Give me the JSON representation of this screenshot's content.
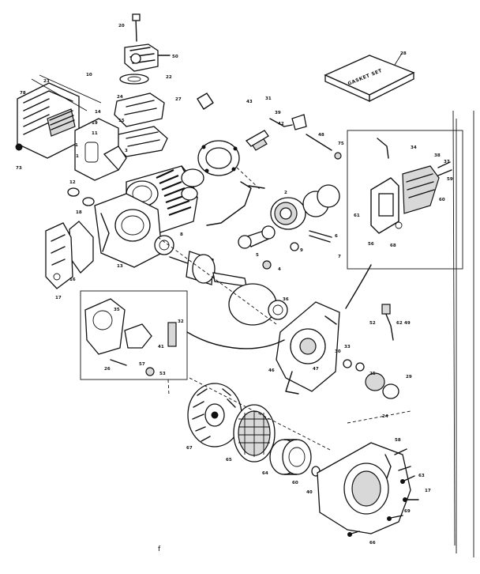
{
  "diagram": {
    "gasket_box_label": "GASKET SET",
    "callouts": [
      "20",
      "50",
      "22",
      "27",
      "78",
      "10",
      "23",
      "19",
      "24",
      "15",
      "14",
      "11",
      "1",
      "1",
      "73",
      "3",
      "12",
      "18",
      "17",
      "16",
      "13",
      "8",
      "2",
      "5",
      "9",
      "6",
      "7",
      "4",
      "43",
      "31",
      "48",
      "39",
      "42",
      "75",
      "38",
      "37",
      "34",
      "59",
      "60",
      "61",
      "56",
      "68",
      "62",
      "32",
      "35",
      "26",
      "41",
      "53",
      "57",
      "67",
      "65",
      "64",
      "60",
      "40",
      "17",
      "63",
      "66",
      "69",
      "58",
      "24",
      "29",
      "30",
      "33",
      "25",
      "46",
      "47",
      "49",
      "52",
      "36",
      "28"
    ],
    "mark_bottom": "f"
  }
}
